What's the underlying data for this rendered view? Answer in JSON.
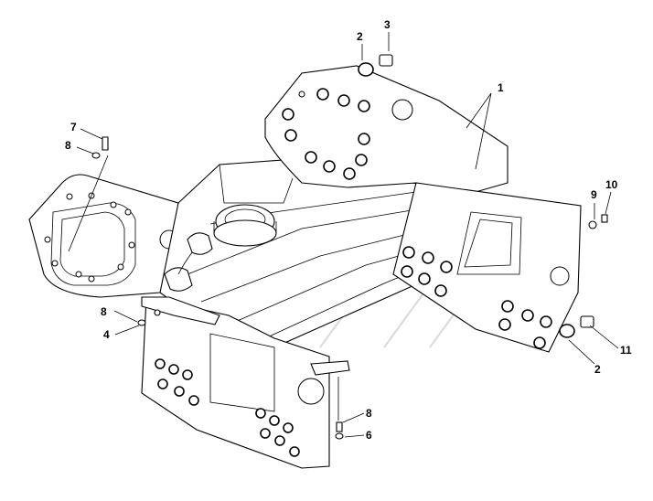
{
  "diagram": {
    "callouts": [
      {
        "id": "c1",
        "label": "1"
      },
      {
        "id": "c2a",
        "label": "2"
      },
      {
        "id": "c2b",
        "label": "2"
      },
      {
        "id": "c3",
        "label": "3"
      },
      {
        "id": "c4",
        "label": "4"
      },
      {
        "id": "c6",
        "label": "6"
      },
      {
        "id": "c7",
        "label": "7"
      },
      {
        "id": "c8a",
        "label": "8"
      },
      {
        "id": "c8b",
        "label": "8"
      },
      {
        "id": "c8c",
        "label": "8"
      },
      {
        "id": "c9",
        "label": "9"
      },
      {
        "id": "c10",
        "label": "10"
      },
      {
        "id": "c11",
        "label": "11"
      }
    ]
  }
}
